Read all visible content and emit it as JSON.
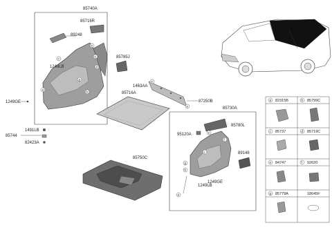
{
  "assembly_labels": {
    "main_left": "85740A",
    "main_right": "85730A"
  },
  "part_labels": {
    "p85716R": "85716R",
    "p89248": "89248",
    "p1249LB_a": "1249LB",
    "p85785J": "85785J",
    "p1249GE_a": "1249GE",
    "p1463AA": "1463AA",
    "p85716A": "85716A",
    "p87250B": "87250B",
    "p1491LB": "1491LB",
    "p85744": "85744",
    "p82423A": "82423A",
    "p85750C": "85750C",
    "p85780L": "85780L",
    "p95120A": "95120A",
    "p89148": "89148",
    "p1249LB_b": "1249LB",
    "p1249GE_b": "1249GE"
  },
  "callouts": [
    "a",
    "b",
    "c",
    "d",
    "e",
    "f",
    "g"
  ],
  "legend": [
    {
      "letter": "a",
      "code": "82315B"
    },
    {
      "letter": "b",
      "code": "85799C"
    },
    {
      "letter": "c",
      "code": "85737"
    },
    {
      "letter": "d",
      "code": "85719C"
    },
    {
      "letter": "e",
      "code": "84747"
    },
    {
      "letter": "f",
      "code": "92620"
    },
    {
      "letter": "g",
      "code": "85779A"
    },
    {
      "letter": "",
      "code": "18645F"
    }
  ]
}
